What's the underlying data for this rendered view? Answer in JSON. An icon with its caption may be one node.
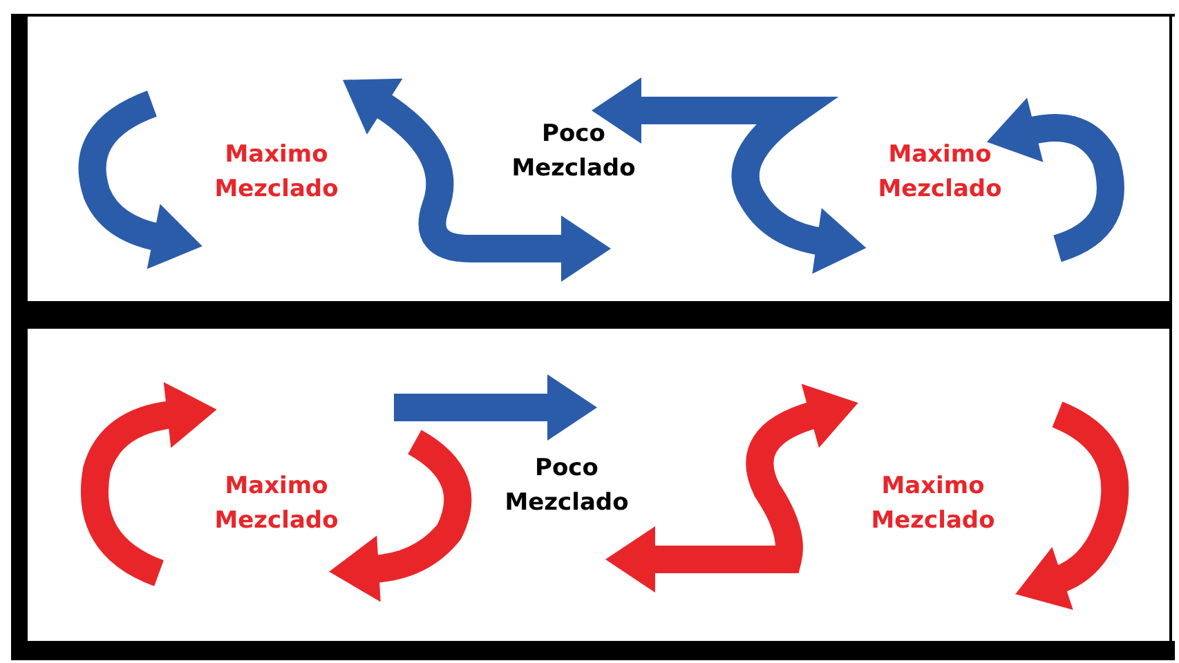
{
  "diagram": {
    "labels": [
      "Maximo Mezclado",
      "Poco Mezclado",
      "Maximo Mezclado",
      "Maximo Mezclado",
      "Poco Mezclado",
      "Maximo Mezclado"
    ]
  }
}
